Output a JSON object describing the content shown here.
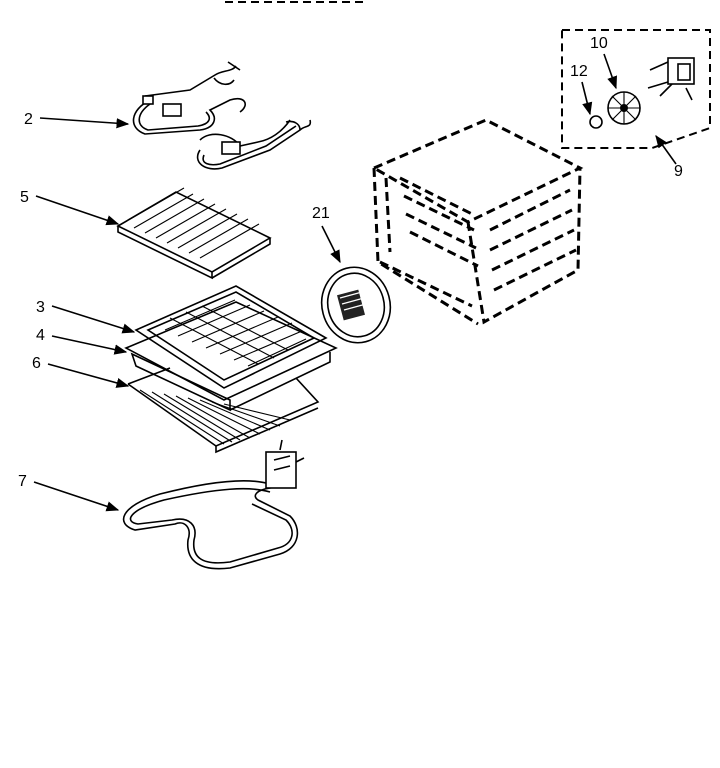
{
  "callouts": {
    "c2": "2",
    "c5": "5",
    "c3": "3",
    "c4": "4",
    "c6": "6",
    "c7": "7",
    "c21": "21",
    "c10": "10",
    "c12": "12",
    "c9": "9"
  },
  "colors": {
    "ink": "#000000",
    "background": "#ffffff"
  }
}
